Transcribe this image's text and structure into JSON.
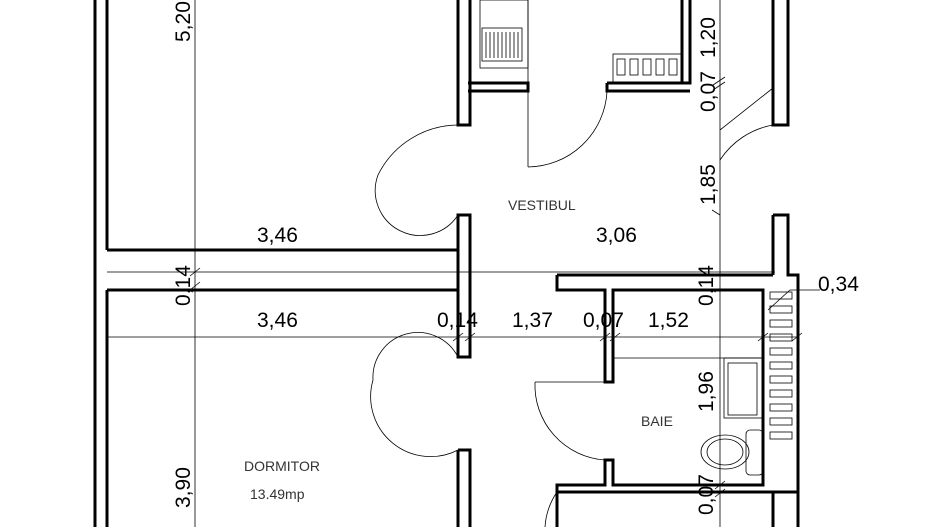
{
  "rooms": {
    "vestibul": "VESTIBUL",
    "baie": "BAIE",
    "dormitor": "DORMITOR",
    "dormitor_area": "13.49mp"
  },
  "dimensions": {
    "top_left_height": "5,20",
    "kitchen_wall": "1,20",
    "kitchen_gap": "0,07",
    "vestibul_height": "1,85",
    "top_left_width": "3,46",
    "vestibul_width": "3,06",
    "wall_left": "0,14",
    "wall_right": "0,14",
    "dormitor_width": "3,46",
    "partition": "0,14",
    "hall_width": "1,37",
    "bath_partition": "0,07",
    "bath_width": "1,52",
    "duct": "0,34",
    "bath_height": "1,96",
    "bath_bottom": "0,07",
    "dormitor_height": "3,90"
  }
}
